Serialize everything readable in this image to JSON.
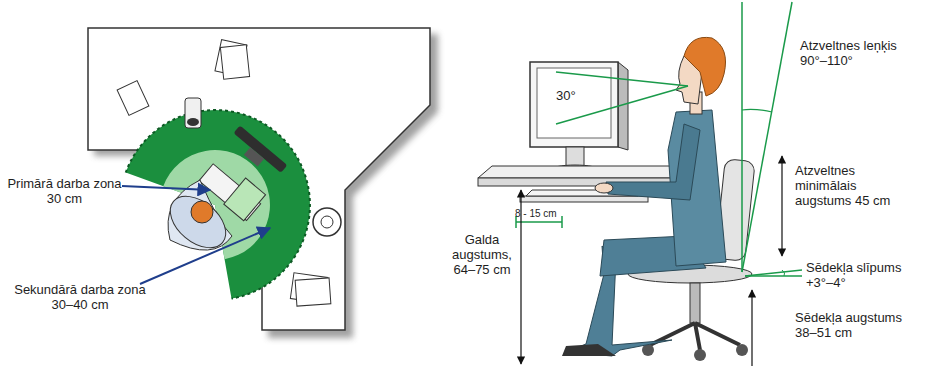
{
  "diagram": {
    "labels": [
      "Primārā darba zona 30 cm",
      "Sekundārā darba zona 30–40 cm",
      "30°",
      "Atzveltnes leņķis 90°–110°",
      "Atzveltnes minimālais augstums 45 cm",
      "8 - 15 cm",
      "Galda augstums, 64–75 cm",
      "Sēdekļa slīpums +3°–4°",
      "Sēdekļa augstums 38–51 cm"
    ]
  }
}
